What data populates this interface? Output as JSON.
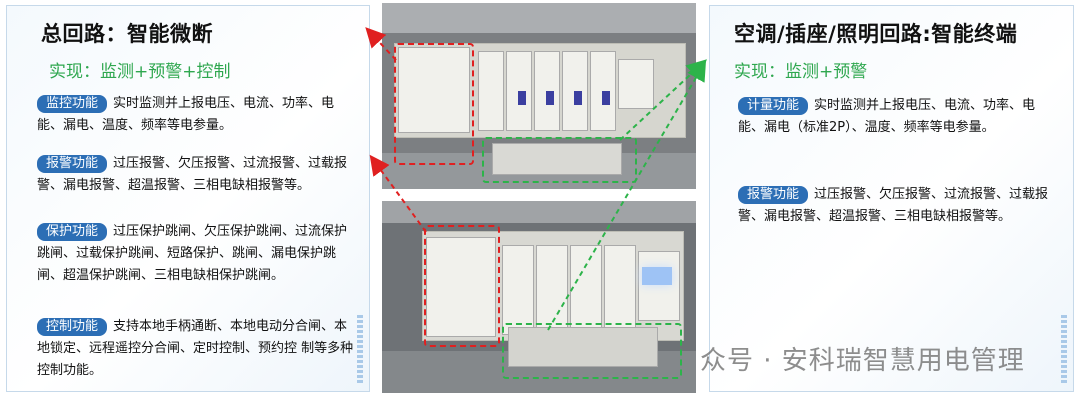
{
  "left": {
    "title": "总回路：智能微断",
    "subtitle": "实现：监测+预警+控制",
    "items": [
      {
        "tag": "监控功能",
        "text": "实时监测并上报电压、电流、功率、电能、漏电、温度、频率等电参量。"
      },
      {
        "tag": "报警功能",
        "text": "过压报警、欠压报警、过流报警、过载报警、漏电报警、超温报警、三相电缺相报警等。"
      },
      {
        "tag": "保护功能",
        "text": "过压保护跳闸、欠压保护跳闸、过流保护跳闸、过载保护跳闸、短路保护、跳闸、漏电保护跳闸、超温保护跳闸、三相电缺相保护跳闸。"
      },
      {
        "tag": "控制功能",
        "text": "支持本地手柄通断、本地电动分合闸、本地锁定、远程遥控分合闸、定时控制、预约控 制等多种控制功能。"
      }
    ]
  },
  "right": {
    "title": "空调/插座/照明回路:智能终端",
    "subtitle": "实现：监测+预警",
    "items": [
      {
        "tag": "计量功能",
        "text": "实时监测并上报电压、电流、功率、电能、漏电（标准2P）、温度、频率等电参量。"
      },
      {
        "tag": "报警功能",
        "text": "过压报警、欠压报警、过流报警、过载报警、漏电报警、超温报警、三相电缺相报警等。"
      }
    ]
  },
  "watermark": "众号 · 安科瑞智慧用电管理",
  "colors": {
    "tag_bg": "#2c6eb5",
    "accent_green": "#2fa74f",
    "red_dashed": "#e02020",
    "green_dashed": "#2db34a"
  }
}
